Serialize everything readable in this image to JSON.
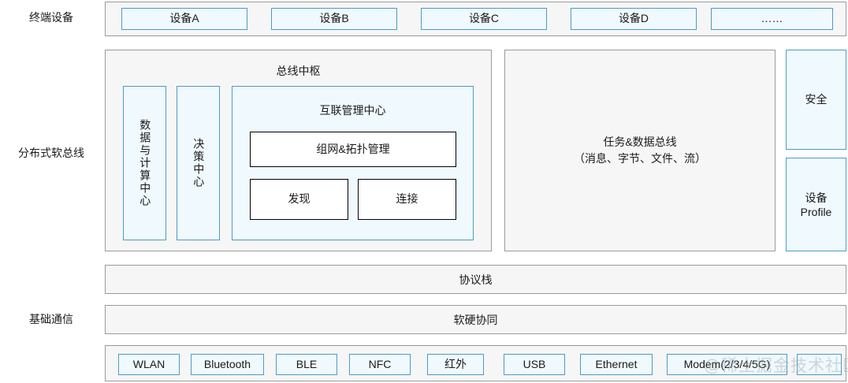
{
  "axis_labels": [
    {
      "text": "终端设备"
    },
    {
      "text": "分布式软总线"
    },
    {
      "text": "基础通信"
    }
  ],
  "device_row": {
    "items": [
      {
        "label": "设备A"
      },
      {
        "label": "设备B"
      },
      {
        "label": "设备C"
      },
      {
        "label": "设备D"
      },
      {
        "label": "……"
      }
    ]
  },
  "softbus": {
    "bus_hub": {
      "title": "总线中枢",
      "data_compute_center": "数据与计算中心",
      "decision_center": "决策中心",
      "interconnect": {
        "title": "互联管理中心",
        "topology": "组网&拓扑管理",
        "discovery": "发现",
        "connect": "连接"
      }
    },
    "task_data_bus": {
      "line1": "任务&数据总线",
      "line2": "（消息、字节、文件、流）"
    },
    "side": {
      "security": "安全",
      "device_profile_line1": "设备",
      "device_profile_line2": "Profile"
    }
  },
  "protocol_stack": {
    "label": "协议栈"
  },
  "hw_sw_coop": {
    "label": "软硬协同"
  },
  "comm_row": {
    "items": [
      {
        "label": "WLAN"
      },
      {
        "label": "Bluetooth"
      },
      {
        "label": "BLE"
      },
      {
        "label": "NFC"
      },
      {
        "label": "红外"
      },
      {
        "label": "USB"
      },
      {
        "label": "Ethernet"
      },
      {
        "label": "Modem(2/3/4/5G)"
      },
      {
        "label": ""
      }
    ]
  },
  "watermark": {
    "text": "@稀土掘金技术社区"
  },
  "colors": {
    "panel_fill": "#f6f6f6",
    "panel_border": "#9a9a9a",
    "blue_fill": "#f0f9fd",
    "blue_border": "#4a9cc7",
    "white_fill": "#ffffff",
    "black_border": "#000000",
    "text": "#1a1a1a"
  }
}
